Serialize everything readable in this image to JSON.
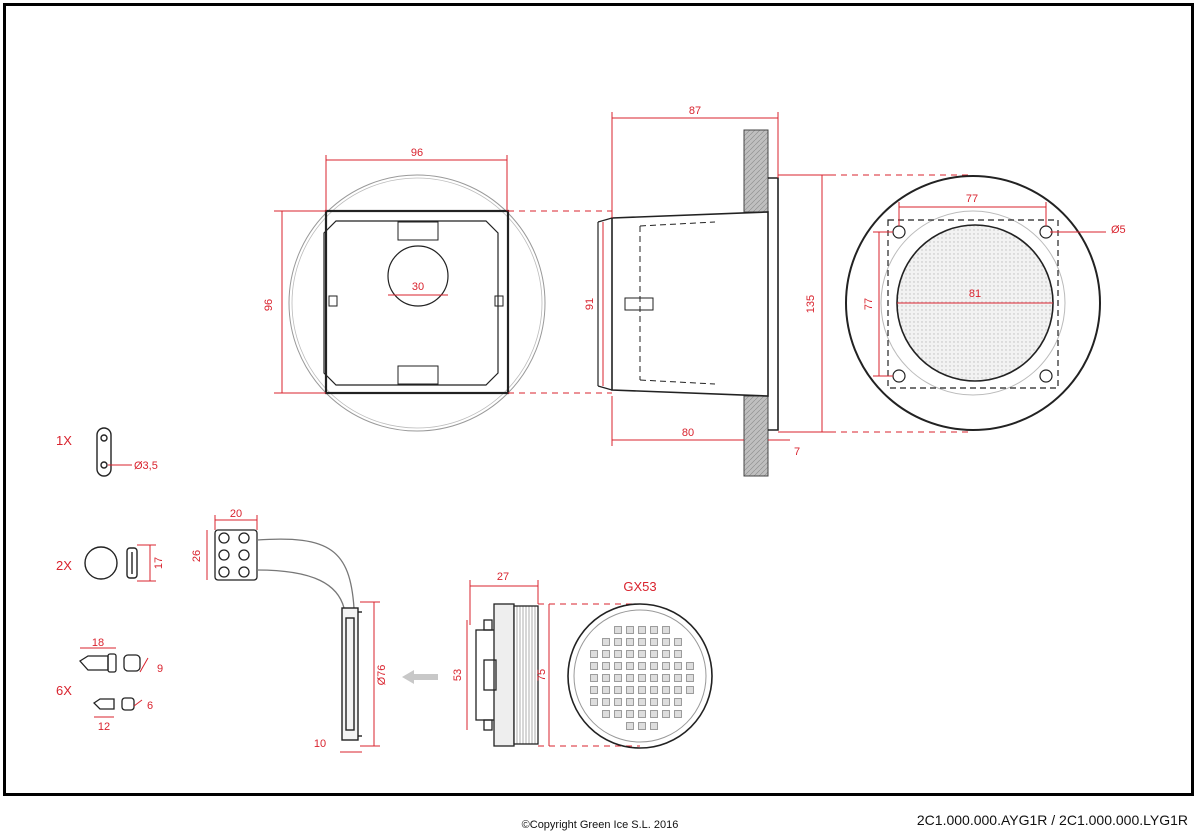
{
  "dimensions": {
    "box_width": "96",
    "box_height": "96",
    "hole_diameter": "30",
    "depth_total": "87",
    "depth_inner": "80",
    "flange_thickness": "7",
    "body_height": "91",
    "outer_diameter": "135",
    "hole_spacing_h": "77",
    "hole_spacing_v": "77",
    "grille_diameter": "81",
    "screw_hole": "Ø5",
    "clip_hole": "Ø3,5",
    "plug_size": "17",
    "screw_length": "18",
    "screw_head": "9",
    "anchor_length": "12",
    "anchor_width": "6",
    "terminal_width": "20",
    "terminal_height": "26",
    "lamp_holder_diameter": "Ø76",
    "lamp_holder_thickness": "10",
    "lamp_depth": "27",
    "lamp_body": "53",
    "lamp_diameter": "75"
  },
  "quantities": {
    "clip": "1X",
    "plug": "2X",
    "screw": "6X"
  },
  "lamp_type": "GX53",
  "footer": {
    "copyright": "©Copyright Green Ice S.L. 2016",
    "model": "2C1.000.000.AYG1R / 2C1.000.000.LYG1R"
  },
  "colors": {
    "dimension": "#d9232e",
    "outline": "#222222"
  }
}
